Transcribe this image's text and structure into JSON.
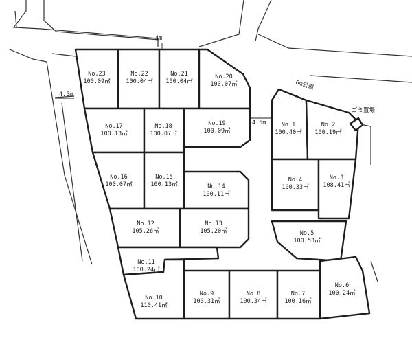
{
  "plan": {
    "lots": [
      {
        "no": "No.1",
        "area": "100.40㎡"
      },
      {
        "no": "No.2",
        "area": "100.19㎡"
      },
      {
        "no": "No.3",
        "area": "108.41㎡"
      },
      {
        "no": "No.4",
        "area": "100.33㎡"
      },
      {
        "no": "No.5",
        "area": "100.53㎡"
      },
      {
        "no": "No.6",
        "area": "100.24㎡"
      },
      {
        "no": "No.7",
        "area": "100.16㎡"
      },
      {
        "no": "No.8",
        "area": "100.34㎡"
      },
      {
        "no": "No.9",
        "area": "100.31㎡"
      },
      {
        "no": "No.10",
        "area": "110.41㎡"
      },
      {
        "no": "No.11",
        "area": "100.24㎡"
      },
      {
        "no": "No.12",
        "area": "105.26㎡"
      },
      {
        "no": "No.13",
        "area": "105.20㎡"
      },
      {
        "no": "No.14",
        "area": "100.11㎡"
      },
      {
        "no": "No.15",
        "area": "100.13㎡"
      },
      {
        "no": "No.16",
        "area": "100.07㎡"
      },
      {
        "no": "No.17",
        "area": "100.13㎡"
      },
      {
        "no": "No.18",
        "area": "100.07㎡"
      },
      {
        "no": "No.19",
        "area": "100.09㎡"
      },
      {
        "no": "No.20",
        "area": "100.07㎡"
      },
      {
        "no": "No.21",
        "area": "100.04㎡"
      },
      {
        "no": "No.22",
        "area": "100.04㎡"
      },
      {
        "no": "No.23",
        "area": "100.09㎡"
      }
    ],
    "annotations": {
      "road_top": "4m",
      "road_left": "4.5m",
      "road_inner": "4.5m",
      "road_public": "6m公道",
      "garbage": "ゴミ置場"
    },
    "colors": {
      "line": "#1e1e1e",
      "background": "#ffffff"
    }
  }
}
